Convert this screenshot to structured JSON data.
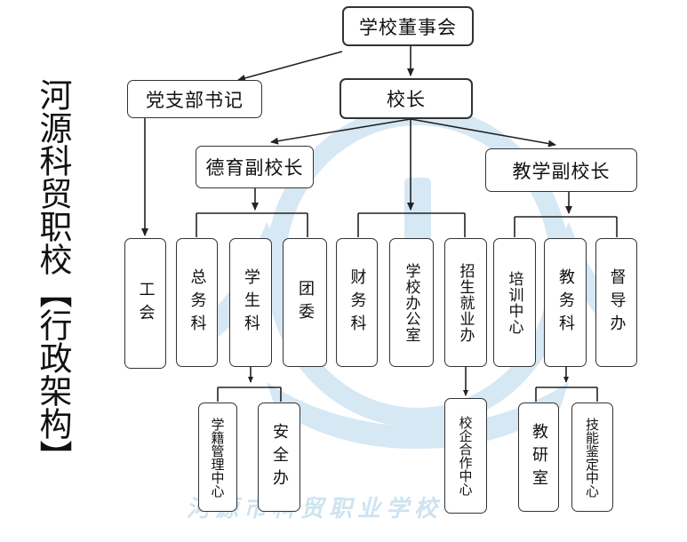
{
  "side_title": "河源科贸职校【行政架构】",
  "nodes": {
    "board": "学校董事会",
    "principal": "校长",
    "party_secretary": "党支部书记",
    "moral_vp": "德育副校长",
    "teaching_vp": "教学副校长",
    "union": "工会",
    "general_affairs": "总务科",
    "student_affairs": "学生科",
    "youth_league": "团委",
    "finance": "财务科",
    "school_office": "学校办公室",
    "admissions_employment": "招生就业办",
    "training_center": "培训中心",
    "academic_affairs": "教务科",
    "supervision_office": "督导办",
    "student_records_center": "学籍管理中心",
    "safety_office": "安全办",
    "school_enterprise_center": "校企合作中心",
    "teaching_research": "教研室",
    "skill_assessment_center": "技能鉴定中心"
  },
  "watermark_text": "河源市科贸职业学校",
  "colors": {
    "border": "#333333",
    "line": "#222222",
    "watermark": "#cfe3f1",
    "text": "#111111"
  }
}
